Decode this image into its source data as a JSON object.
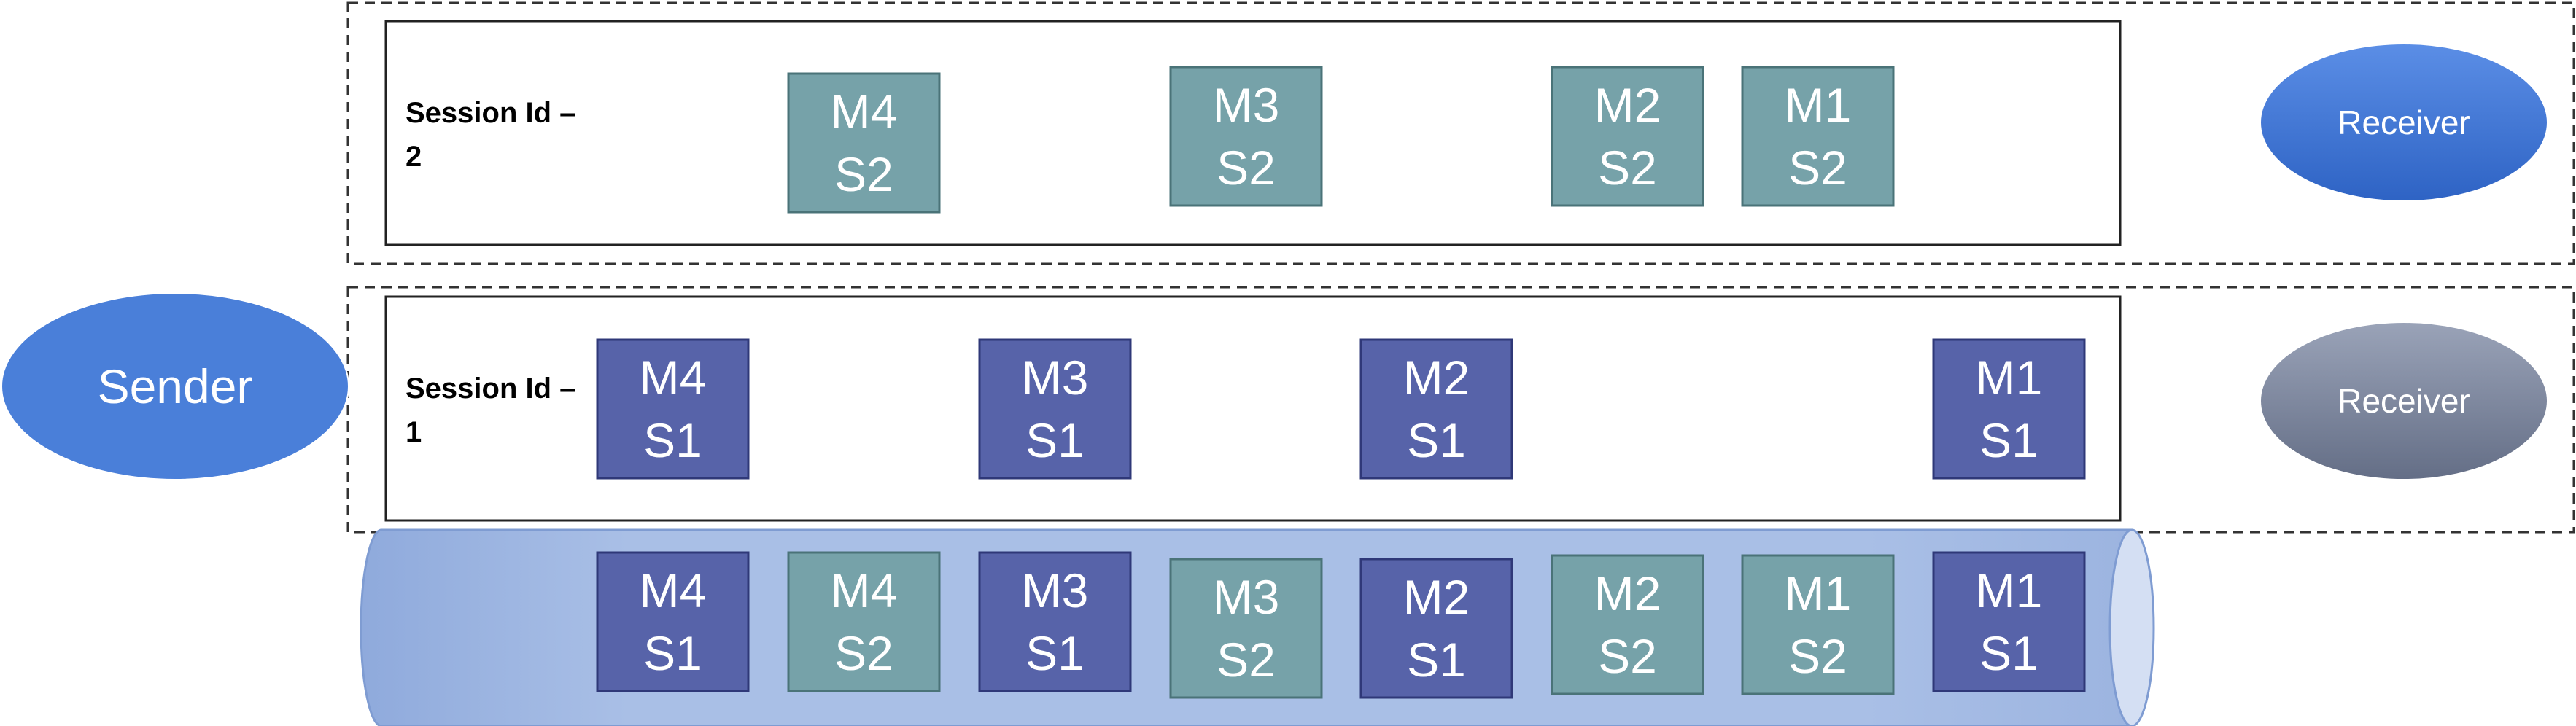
{
  "colors": {
    "session1": "#5763A9",
    "session2": "#76A2A9",
    "sender": "#4A7FD9",
    "receiver_active": "#3F74D6",
    "receiver_idle": "#7B859C",
    "queue": "#A8BEE3"
  },
  "sender": {
    "label": "Sender"
  },
  "sessions": [
    {
      "label_line1": "Session Id –",
      "label_line2": "2",
      "receiver": {
        "label": "Receiver",
        "state": "active"
      },
      "messages": [
        {
          "m": "M4",
          "s": "S2"
        },
        {
          "m": "M3",
          "s": "S2"
        },
        {
          "m": "M2",
          "s": "S2"
        },
        {
          "m": "M1",
          "s": "S2"
        }
      ]
    },
    {
      "label_line1": "Session Id –",
      "label_line2": "1",
      "receiver": {
        "label": "Receiver",
        "state": "idle"
      },
      "messages": [
        {
          "m": "M4",
          "s": "S1"
        },
        {
          "m": "M3",
          "s": "S1"
        },
        {
          "m": "M2",
          "s": "S1"
        },
        {
          "m": "M1",
          "s": "S1"
        }
      ]
    }
  ],
  "queue": {
    "messages": [
      {
        "m": "M4",
        "s": "S1"
      },
      {
        "m": "M4",
        "s": "S2"
      },
      {
        "m": "M3",
        "s": "S1"
      },
      {
        "m": "M3",
        "s": "S2"
      },
      {
        "m": "M2",
        "s": "S1"
      },
      {
        "m": "M2",
        "s": "S2"
      },
      {
        "m": "M1",
        "s": "S2"
      },
      {
        "m": "M1",
        "s": "S1"
      }
    ]
  }
}
